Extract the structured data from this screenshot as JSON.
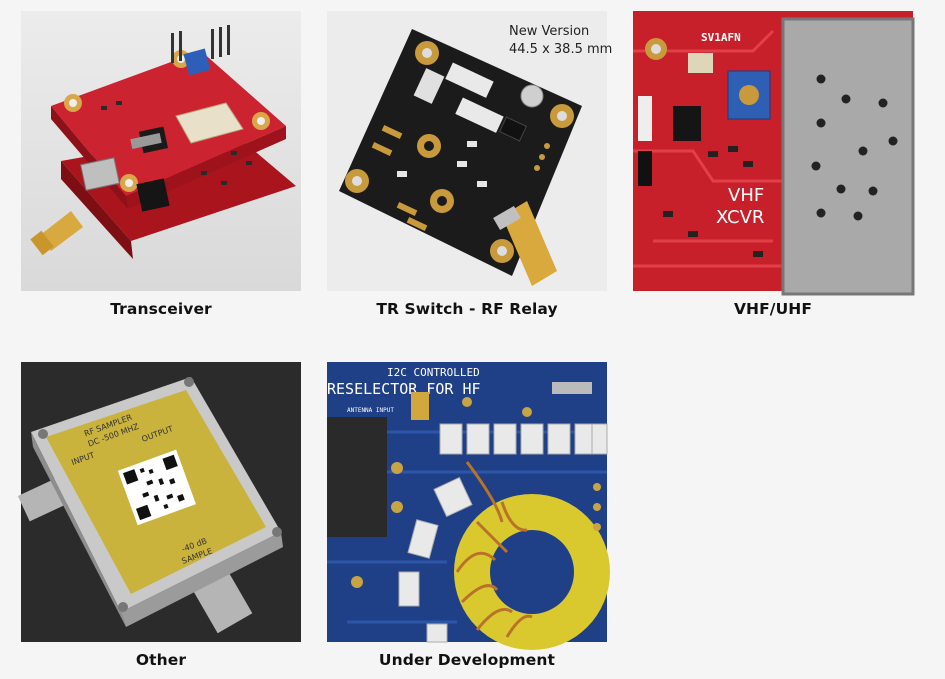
{
  "gallery": {
    "items": [
      {
        "caption": "Transceiver"
      },
      {
        "caption": "TR Switch - RF Relay",
        "overlay_line1": "New Version",
        "overlay_line2": "44.5 x 38.5 mm"
      },
      {
        "caption": "VHF/UHF",
        "board_label1": "VHF",
        "board_label2": "XCVR",
        "board_id": "SV1AFN"
      },
      {
        "caption": "Other",
        "box_line1": "RF SAMPLER",
        "box_line2": "DC -500 MHZ",
        "box_input": "INPUT",
        "box_output": "OUTPUT",
        "box_atten": "-40 dB",
        "box_sample": "SAMPLE"
      },
      {
        "caption": "Under Development",
        "board_line1": "I2C CONTROLLED",
        "board_line2": "RESELECTOR FOR HF",
        "board_line3": "ANTENNA INPUT"
      }
    ]
  },
  "colors": {
    "background": "#f5f5f5",
    "caption": "#111111",
    "red_pcb": "#c8202a",
    "black_pcb": "#1b1b1b",
    "blue_pcb": "#1f3f86"
  }
}
